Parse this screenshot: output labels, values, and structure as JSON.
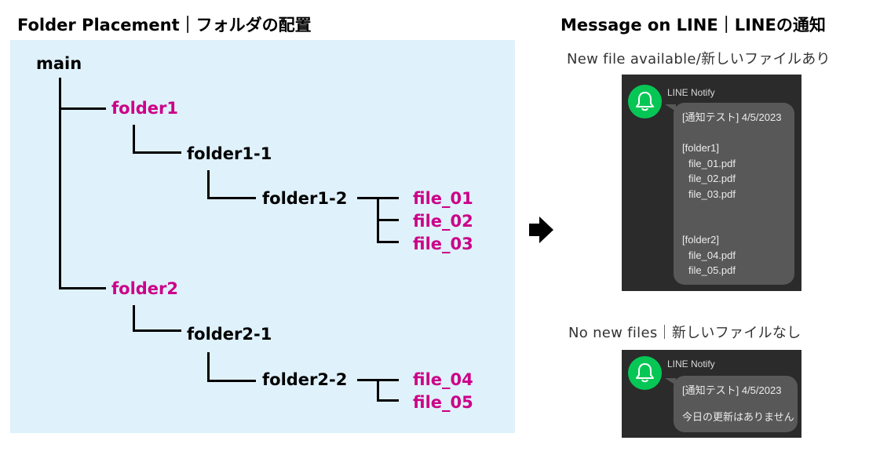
{
  "headings": {
    "left": "Folder Placement｜フォルダの配置",
    "right": "Message on LINE｜LINEの通知"
  },
  "tree": {
    "root": "main",
    "folder1": "folder1",
    "folder1_1": "folder1-1",
    "folder1_2": "folder1-2",
    "files1": [
      "file_01",
      "file_02",
      "file_03"
    ],
    "folder2": "folder2",
    "folder2_1": "folder2-1",
    "folder2_2": "folder2-2",
    "files2": [
      "file_04",
      "file_05"
    ]
  },
  "captions": {
    "new_files": "New file available/新しいファイルあり",
    "no_files": "No new files｜新しいファイルなし"
  },
  "notify1": {
    "sender": "LINE Notify",
    "header": "[通知テスト] 4/5/2023",
    "group1_label": "[folder1]",
    "group1_files": [
      "file_01.pdf",
      "file_02.pdf",
      "file_03.pdf"
    ],
    "group2_label": "[folder2]",
    "group2_files": [
      "file_04.pdf",
      "file_05.pdf"
    ]
  },
  "notify2": {
    "sender": "LINE Notify",
    "header": "[通知テスト] 4/5/2023",
    "body": "今日の更新はありません"
  },
  "colors": {
    "panel_bg": "#dff1fb",
    "highlight": "#cc0088",
    "chat_bg": "#2b2b2b",
    "bubble_bg": "#585858",
    "avatar": "#06c755"
  },
  "icons": {
    "arrow": "right-arrow-icon",
    "avatar": "bell-icon"
  }
}
